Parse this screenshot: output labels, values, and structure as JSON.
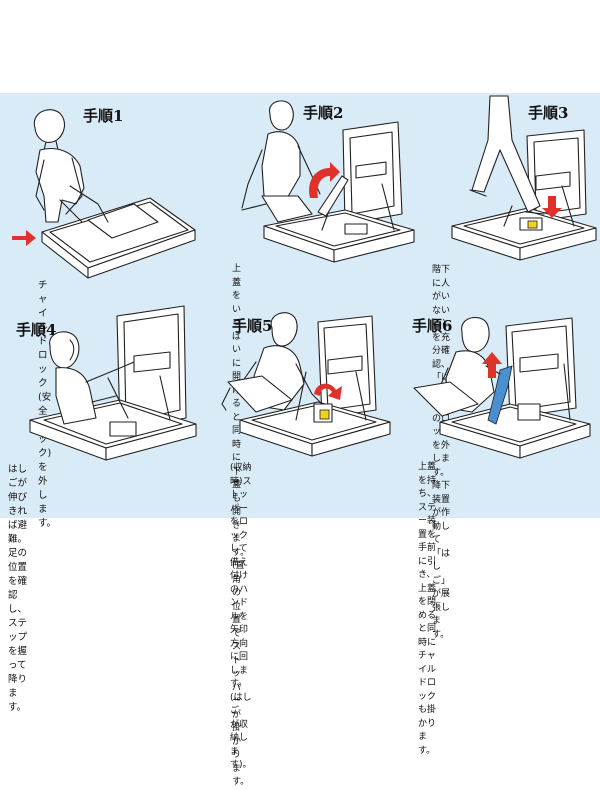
{
  "colors": {
    "background": "#d9ebf6",
    "arrow_red": "#e0322a",
    "highlight_blue": "#4a8fcf",
    "sign_yellow": "#f2d21c"
  },
  "steps": [
    {
      "title": "手順1",
      "caption": "チャイルドロック(安全ロック)を外します。"
    },
    {
      "title": "手順2",
      "caption": "上蓋をいっぱいに開けると同時に下蓋も開き\nます。(直角の位置でストッパーが掛かります。"
    },
    {
      "title": "手順3",
      "caption": "階下に人がいないことを充分確認、「はしご」\nのロックを外します。降下装置が作動して\n「はしご」が展張します。"
    },
    {
      "title": "手順4",
      "caption": "はしごが伸びきれば避難。足の位置を確認し、\nステップを握って降ります。"
    },
    {
      "title": "手順5",
      "caption": "(収納時)ストッパーをロックして備え付け\nのハンドルを矢印方向に回します。(はしご\nが収納します)。"
    },
    {
      "title": "手順6",
      "caption": "上蓋を持ち、ステー装置を手前に引き、上蓋\nを閉めると同時にチャイルドロックも掛かり\nます。"
    }
  ]
}
